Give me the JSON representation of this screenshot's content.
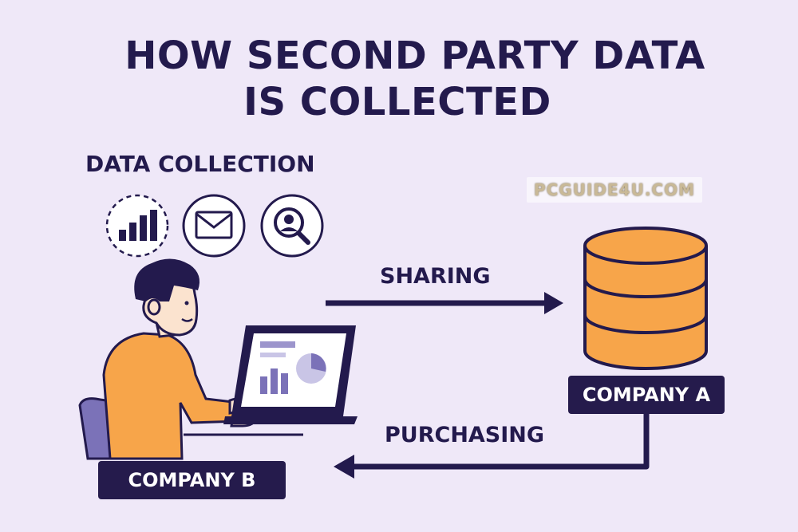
{
  "title": {
    "line1": "HOW SECOND PARTY DATA",
    "line2": "IS COLLECTED"
  },
  "data_collection": {
    "label": "DATA COLLECTION",
    "icons": [
      "bar-chart-icon",
      "envelope-icon",
      "user-search-icon"
    ]
  },
  "flows": {
    "sharing_label": "SHARING",
    "purchasing_label": "PURCHASING"
  },
  "nodes": {
    "company_a": "COMPANY A",
    "company_b": "COMPANY B"
  },
  "watermark": "PCGUIDE4U.COM",
  "colors": {
    "background": "#efe8f8",
    "navy": "#231a4d",
    "orange": "#f7a54a",
    "purple": "#7b72b8"
  }
}
